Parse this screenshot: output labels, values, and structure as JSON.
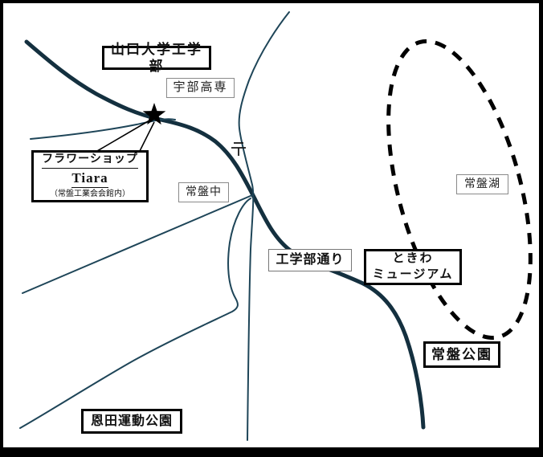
{
  "map": {
    "places": {
      "yamaguchi_univ": {
        "label": "山口大学工学部"
      },
      "ube_kosen": {
        "label": "宇部高専"
      },
      "flower_shop": {
        "name_line": "フラワーショップ",
        "brand_line": "Tiara",
        "note_line": "（常盤工業会会館内）"
      },
      "tokiwa_chu": {
        "label": "常盤中"
      },
      "kogakubu_dori": {
        "label": "工学部通り"
      },
      "tokiwa_museum": {
        "line1": "ときわ",
        "line2": "ミュージアム"
      },
      "tokiwa_park": {
        "label": "常盤公園"
      },
      "onda_park": {
        "label": "恩田運動公園"
      },
      "tokiwa_lake": {
        "label": "常盤湖"
      }
    },
    "icons": {
      "star_marker": "★",
      "postal_mark": "〒"
    },
    "colors": {
      "road_major": "#14303f",
      "road_minor": "#1e4558",
      "lake_outline": "#000000",
      "pointer_line": "#000000"
    }
  }
}
